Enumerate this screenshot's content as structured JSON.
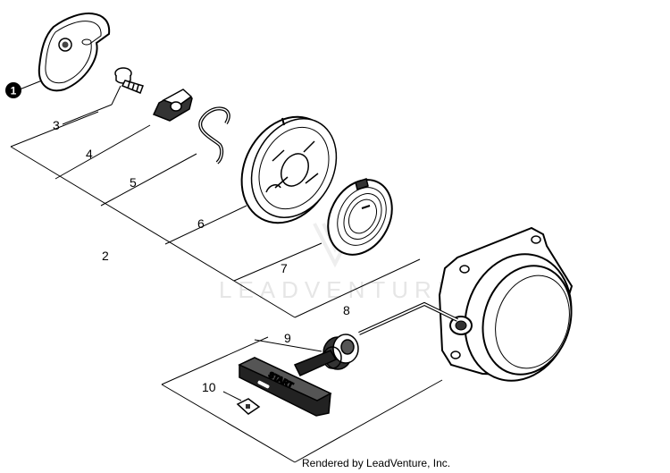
{
  "diagram": {
    "marker_label": "1",
    "callouts": {
      "c2": "2",
      "c3": "3",
      "c4": "4",
      "c5": "5",
      "c6": "6",
      "c7": "7",
      "c8": "8",
      "c9": "9",
      "c10": "10"
    },
    "handle_text": "START",
    "watermark": "LEADVENTURE"
  },
  "footer": {
    "credit": "Rendered by LeadVenture, Inc."
  }
}
